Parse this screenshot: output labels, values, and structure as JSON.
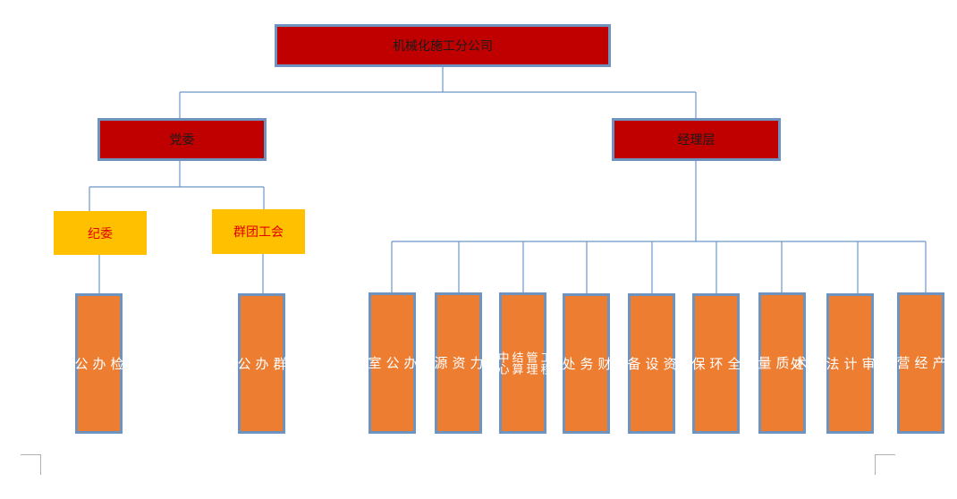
{
  "root": {
    "label": "机械化施工分公司"
  },
  "branches": {
    "party": {
      "label": "党委",
      "discipline": {
        "label": "纪委",
        "office": "纪\n检\n办\n公\n室"
      },
      "union": {
        "label": "群团工会",
        "office": "党\n群\n办\n公\n室"
      }
    },
    "management": {
      "label": "经理层",
      "departments": [
        "办\n公\n室",
        "人\n力\n资\n源\n处",
        "工程\n管理\n结算\n中心",
        "财\n务\n处",
        "物\n资\n设\n备\n处",
        "安\n全\n环\n保\n处",
        "技\n术\n质\n量\n处",
        "内\n控\n审\n计\n法\n务\n处",
        "生\n产\n经\n营\n处"
      ]
    }
  }
}
